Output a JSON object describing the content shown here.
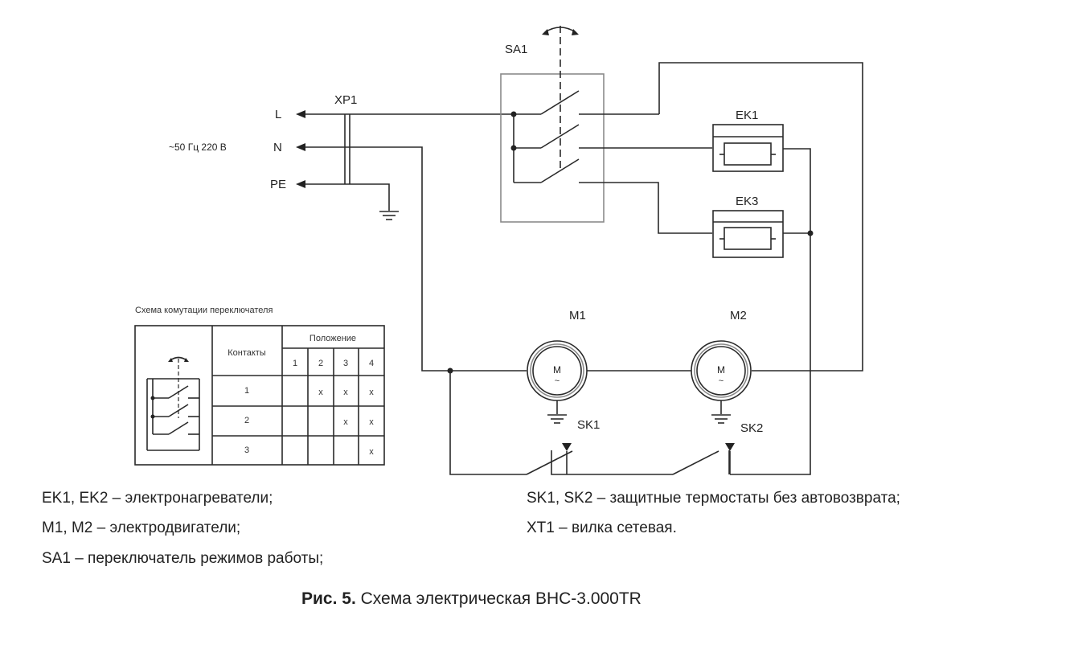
{
  "diagram": {
    "supply": {
      "voltage_label": "~50 Гц 220 В",
      "connector_label": "XP1",
      "lines": [
        "L",
        "N",
        "PE"
      ]
    },
    "switch": {
      "label": "SA1"
    },
    "heaters": [
      {
        "label": "EK1"
      },
      {
        "label": "EK3"
      }
    ],
    "motors": [
      {
        "label": "M1",
        "symbol": "M",
        "symbol_sub": "~"
      },
      {
        "label": "M2",
        "symbol": "M",
        "symbol_sub": "~"
      }
    ],
    "thermostats": [
      {
        "label": "SK1"
      },
      {
        "label": "SK2"
      }
    ],
    "switching_table": {
      "title": "Схема комутации переключателя",
      "contacts_header": "Контакты",
      "position_header": "Положение",
      "positions": [
        "1",
        "2",
        "3",
        "4"
      ],
      "rows": [
        {
          "contact": "1",
          "cells": [
            "",
            "x",
            "x",
            "x"
          ]
        },
        {
          "contact": "2",
          "cells": [
            "",
            "",
            "x",
            "x"
          ]
        },
        {
          "contact": "3",
          "cells": [
            "",
            "",
            "",
            "x"
          ]
        }
      ]
    }
  },
  "legend": {
    "left": [
      "EK1, EK2 – электронагреватели;",
      "M1, M2 – электродвигатели;",
      "SA1 – переключатель режимов работы;"
    ],
    "right": [
      "SK1, SK2 – защитные термостаты без автовозврата;",
      "XT1 – вилка сетевая."
    ]
  },
  "caption": {
    "prefix": "Рис. 5.",
    "text": " Схема электрическая ВНС-3.000TR"
  }
}
